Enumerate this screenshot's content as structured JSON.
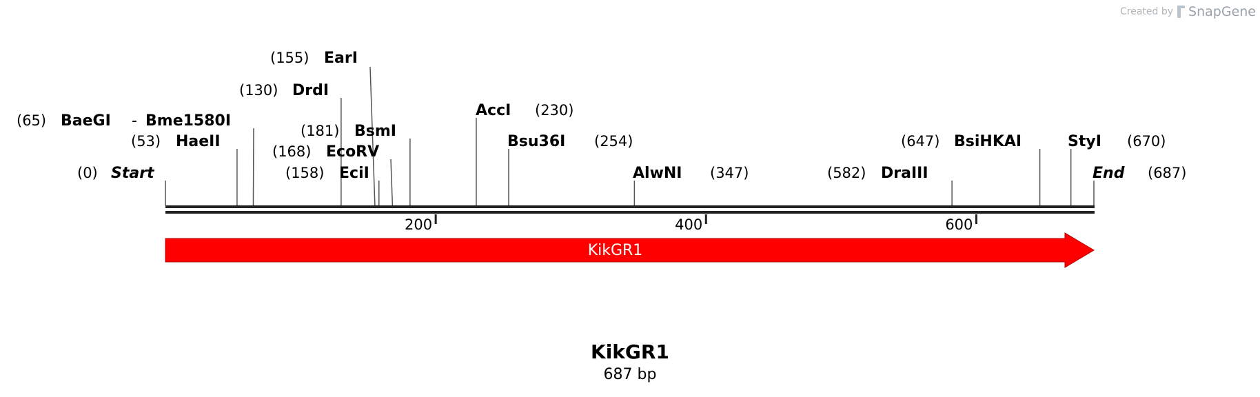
{
  "watermark": {
    "prefix": "Created by",
    "brand": "SnapGene",
    "icon": "snapgene-logo-icon"
  },
  "sequence": {
    "name": "KikGR1",
    "length_label": "687 bp",
    "length": 687
  },
  "colors": {
    "feature": "#ff0000",
    "backbone": "#222222",
    "leader": "#555555"
  },
  "ruler_ticks": [
    {
      "pos": 200,
      "label": "200"
    },
    {
      "pos": 400,
      "label": "400"
    },
    {
      "pos": 600,
      "label": "600"
    }
  ],
  "feature": {
    "name": "KikGR1",
    "start": 1,
    "end": 687,
    "direction": "forward"
  },
  "sites": [
    {
      "name": "Start",
      "pos": 0,
      "pos_label": "(0)",
      "italic": true
    },
    {
      "name": "HaeII",
      "pos": 53,
      "pos_label": "(53)"
    },
    {
      "name": "BaeGI",
      "pos": 65,
      "pos_label": "(65)",
      "combined_with": "Bme1580I"
    },
    {
      "name": "Bme1580I",
      "pos": 65
    },
    {
      "name": "DrdI",
      "pos": 130,
      "pos_label": "(130)"
    },
    {
      "name": "EarI",
      "pos": 155,
      "pos_label": "(155)"
    },
    {
      "name": "EciI",
      "pos": 158,
      "pos_label": "(158)"
    },
    {
      "name": "EcoRV",
      "pos": 168,
      "pos_label": "(168)"
    },
    {
      "name": "BsmI",
      "pos": 181,
      "pos_label": "(181)"
    },
    {
      "name": "AccI",
      "pos": 230,
      "pos_label": "(230)"
    },
    {
      "name": "Bsu36I",
      "pos": 254,
      "pos_label": "(254)"
    },
    {
      "name": "AlwNI",
      "pos": 347,
      "pos_label": "(347)"
    },
    {
      "name": "DraIII",
      "pos": 582,
      "pos_label": "(582)"
    },
    {
      "name": "BsiHKAI",
      "pos": 647,
      "pos_label": "(647)"
    },
    {
      "name": "StyI",
      "pos": 670,
      "pos_label": "(670)"
    },
    {
      "name": "End",
      "pos": 687,
      "pos_label": "(687)",
      "italic": true
    }
  ]
}
